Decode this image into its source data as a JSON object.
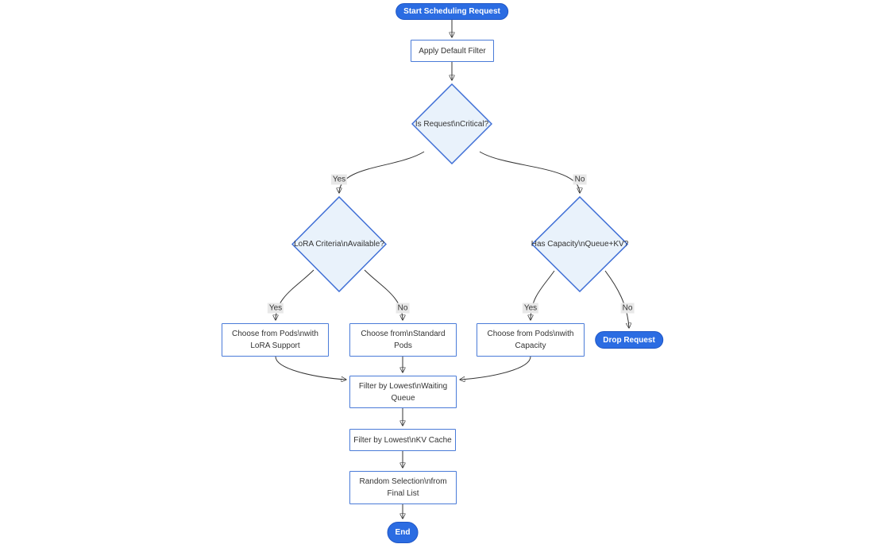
{
  "diagram": {
    "type": "flowchart",
    "direction": "top-down",
    "colors": {
      "accent_fill": "#2b6ce2",
      "accent_border": "#1e55c5",
      "process_fill": "#ffffff",
      "process_border": "#4a7bd8",
      "decision_fill": "#e9f2fb",
      "decision_border": "#3f6fd6",
      "edge": "#333333",
      "edge_label_bg": "#e8e8e8",
      "text": "#333333",
      "stadium_text": "#ffffff"
    },
    "nodes": {
      "start": {
        "type": "stadium",
        "label": "Start Scheduling Request",
        "lines": [
          "Start Scheduling Request"
        ]
      },
      "apply_filter": {
        "type": "process",
        "label": "Apply Default Filter",
        "lines": [
          "Apply Default Filter"
        ]
      },
      "is_critical": {
        "type": "decision",
        "label": "Is Request\\nCritical?",
        "lines": [
          "Is Request\\nCritical?"
        ]
      },
      "lora_criteria": {
        "type": "decision",
        "label": "LoRA Criteria\\nAvailable?",
        "lines": [
          "LoRA Criteria\\nAvailable?"
        ]
      },
      "has_capacity": {
        "type": "decision",
        "label": "Has Capacity\\nQueue+KV?",
        "lines": [
          "Has Capacity\\nQueue+KV?"
        ]
      },
      "choose_lora": {
        "type": "process",
        "label": "Choose from Pods\\nwith LoRA Support",
        "lines": [
          "Choose from Pods\\nwith",
          "LoRA Support"
        ]
      },
      "choose_standard": {
        "type": "process",
        "label": "Choose from\\nStandard Pods",
        "lines": [
          "Choose from\\nStandard",
          "Pods"
        ]
      },
      "choose_capacity": {
        "type": "process",
        "label": "Choose from Pods\\nwith Capacity",
        "lines": [
          "Choose from Pods\\nwith",
          "Capacity"
        ]
      },
      "drop_request": {
        "type": "stadium",
        "label": "Drop Request",
        "lines": [
          "Drop Request"
        ]
      },
      "filter_queue": {
        "type": "process",
        "label": "Filter by Lowest\\nWaiting Queue",
        "lines": [
          "Filter by Lowest\\nWaiting",
          "Queue"
        ]
      },
      "filter_kv": {
        "type": "process",
        "label": "Filter by Lowest\\nKV Cache",
        "lines": [
          "Filter by Lowest\\nKV Cache"
        ]
      },
      "random_selection": {
        "type": "process",
        "label": "Random Selection\\nfrom Final List",
        "lines": [
          "Random Selection\\nfrom",
          "Final List"
        ]
      },
      "end": {
        "type": "stadium",
        "label": "End",
        "lines": [
          "End"
        ]
      }
    },
    "edges": [
      {
        "from": "start",
        "to": "apply_filter",
        "label": ""
      },
      {
        "from": "apply_filter",
        "to": "is_critical",
        "label": ""
      },
      {
        "from": "is_critical",
        "to": "lora_criteria",
        "label": "Yes"
      },
      {
        "from": "is_critical",
        "to": "has_capacity",
        "label": "No"
      },
      {
        "from": "lora_criteria",
        "to": "choose_lora",
        "label": "Yes"
      },
      {
        "from": "lora_criteria",
        "to": "choose_standard",
        "label": "No"
      },
      {
        "from": "has_capacity",
        "to": "choose_capacity",
        "label": "Yes"
      },
      {
        "from": "has_capacity",
        "to": "drop_request",
        "label": "No"
      },
      {
        "from": "choose_lora",
        "to": "filter_queue",
        "label": ""
      },
      {
        "from": "choose_standard",
        "to": "filter_queue",
        "label": ""
      },
      {
        "from": "choose_capacity",
        "to": "filter_queue",
        "label": ""
      },
      {
        "from": "filter_queue",
        "to": "filter_kv",
        "label": ""
      },
      {
        "from": "filter_kv",
        "to": "random_selection",
        "label": ""
      },
      {
        "from": "random_selection",
        "to": "end",
        "label": ""
      }
    ]
  }
}
